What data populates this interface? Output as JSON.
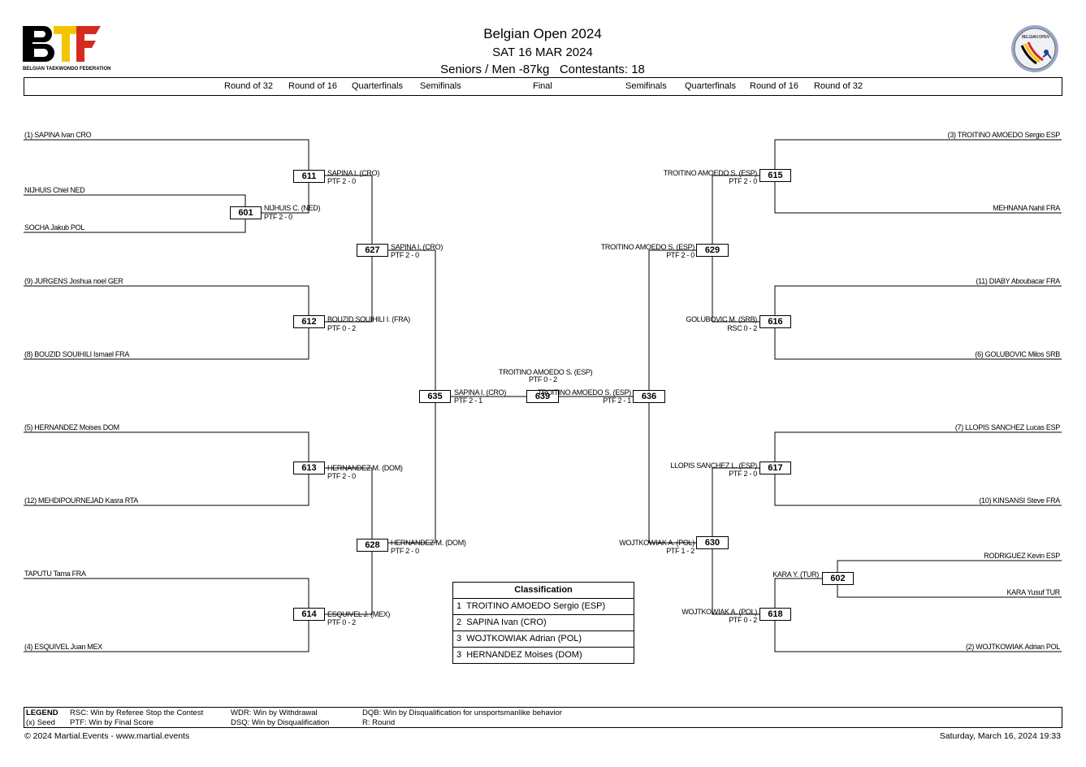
{
  "header": {
    "logo_left_text": "BTF",
    "federation": "BELGIAN TAEKWONDO FEDERATION",
    "title": "Belgian Open 2024",
    "date": "SAT 16 MAR 2024",
    "category": "Seniors / Men -87kg   Contestants: 18",
    "logo_right_text": "BELGIAN OPEN"
  },
  "rounds": {
    "left": [
      "Round of 32",
      "Round of 16",
      "Quarterfinals",
      "Semifinals"
    ],
    "center": "Final",
    "right": [
      "Semifinals",
      "Quarterfinals",
      "Round of 16",
      "Round of 32"
    ]
  },
  "competitors": {
    "sapina": "(1) SAPINA Ivan CRO",
    "nijhuis": "NIJHUIS Chiel NED",
    "socha": "SOCHA Jakub POL",
    "jurgens": "(9) JURGENS Joshua noel GER",
    "bouzid": "(8) BOUZID SOUIHILI Ismael FRA",
    "hernandez": "(5) HERNANDEZ Moises DOM",
    "mehdi": "(12) MEHDIPOURNEJAD Kasra RTA",
    "taputu": "TAPUTU Tama FRA",
    "esquivel": "(4) ESQUIVEL Juan MEX",
    "troitino": "(3) TROITINO AMOEDO Sergio ESP",
    "mehnana": "MEHNANA Nahil FRA",
    "diaby": "(11) DIABY Aboubacar FRA",
    "golubovic": "(6) GOLUBOVIC Milos SRB",
    "llopis": "(7) LLOPIS SANCHEZ Lucas ESP",
    "kinsansi": "(10) KINSANSI Steve FRA",
    "rodriguez": "RODRIGUEZ Kevin ESP",
    "karayusuf": "KARA Yusuf TUR",
    "wojtkowiak": "(2) WOJTKOWIAK Adrian POL"
  },
  "matches": {
    "m611": {
      "num": "611",
      "winner": "SAPINA I. (CRO)",
      "score": "PTF 2 - 0"
    },
    "m601": {
      "num": "601",
      "winner": "NIJHUIS C. (NED)",
      "score": "PTF 2 - 0"
    },
    "m627": {
      "num": "627",
      "winner": "SAPINA I. (CRO)",
      "score": "PTF 2 - 0"
    },
    "m612": {
      "num": "612",
      "winner": "BOUZID SOUIHILI I. (FRA)",
      "score": "PTF 0 - 2"
    },
    "m635": {
      "num": "635",
      "winner": "SAPINA I. (CRO)",
      "score": "PTF 2 - 1"
    },
    "m613": {
      "num": "613",
      "winner": "HERNANDEZ M. (DOM)",
      "score": "PTF 2 - 0"
    },
    "m628": {
      "num": "628",
      "winner": "HERNANDEZ M. (DOM)",
      "score": "PTF 2 - 0"
    },
    "m614": {
      "num": "614",
      "winner": "ESQUIVEL J. (MEX)",
      "score": "PTF 0 - 2"
    },
    "m639": {
      "num": "639",
      "winner": "TROITINO AMOEDO S. (ESP)",
      "score": "PTF 0 - 2"
    },
    "m615": {
      "num": "615",
      "winner": "TROITINO AMOEDO S. (ESP)",
      "score": "PTF 2 - 0"
    },
    "m629": {
      "num": "629",
      "winner": "TROITINO AMOEDO S. (ESP)",
      "score": "PTF 2 - 0"
    },
    "m616": {
      "num": "616",
      "winner": "GOLUBOVIC M. (SRB)",
      "score": "RSC 0 - 2"
    },
    "m636": {
      "num": "636",
      "winner": "TROITINO AMOEDO S. (ESP)",
      "score": "PTF 2 - 1"
    },
    "m617": {
      "num": "617",
      "winner": "LLOPIS SANCHEZ L. (ESP)",
      "score": "PTF 2 - 0"
    },
    "m630": {
      "num": "630",
      "winner": "WOJTKOWIAK A. (POL)",
      "score": "PTF 1 - 2"
    },
    "m602": {
      "num": "602",
      "winner": "KARA Y. (TUR)",
      "score": ""
    },
    "m618": {
      "num": "618",
      "winner": "WOJTKOWIAK A. (POL)",
      "score": "PTF 0 - 2"
    }
  },
  "classification": {
    "title": "Classification",
    "rows": [
      "1  TROITINO AMOEDO Sergio (ESP)",
      "2  SAPINA Ivan (CRO)",
      "3  WOJTKOWIAK Adrian (POL)",
      "3  HERNANDEZ Moises (DOM)"
    ]
  },
  "legend": {
    "label": "LEGEND",
    "seed": "(x) Seed",
    "rsc": "RSC: Win by Referee Stop the Contest",
    "ptf": "PTF: Win by Final Score",
    "wdr": "WDR: Win by Withdrawal",
    "dsq": "DSQ: Win by Disqualification",
    "dqb": "DQB: Win by Disqualification for unsportsmanlike behavior",
    "round": "R: Round"
  },
  "footer": {
    "copyright": "© 2024 Martial.Events - www.martial.events",
    "timestamp": "Saturday, March 16, 2024 19:33"
  },
  "colors": {
    "brand_red": "#d52b1e",
    "brand_yellow": "#f5c400",
    "brand_black": "#000000"
  }
}
